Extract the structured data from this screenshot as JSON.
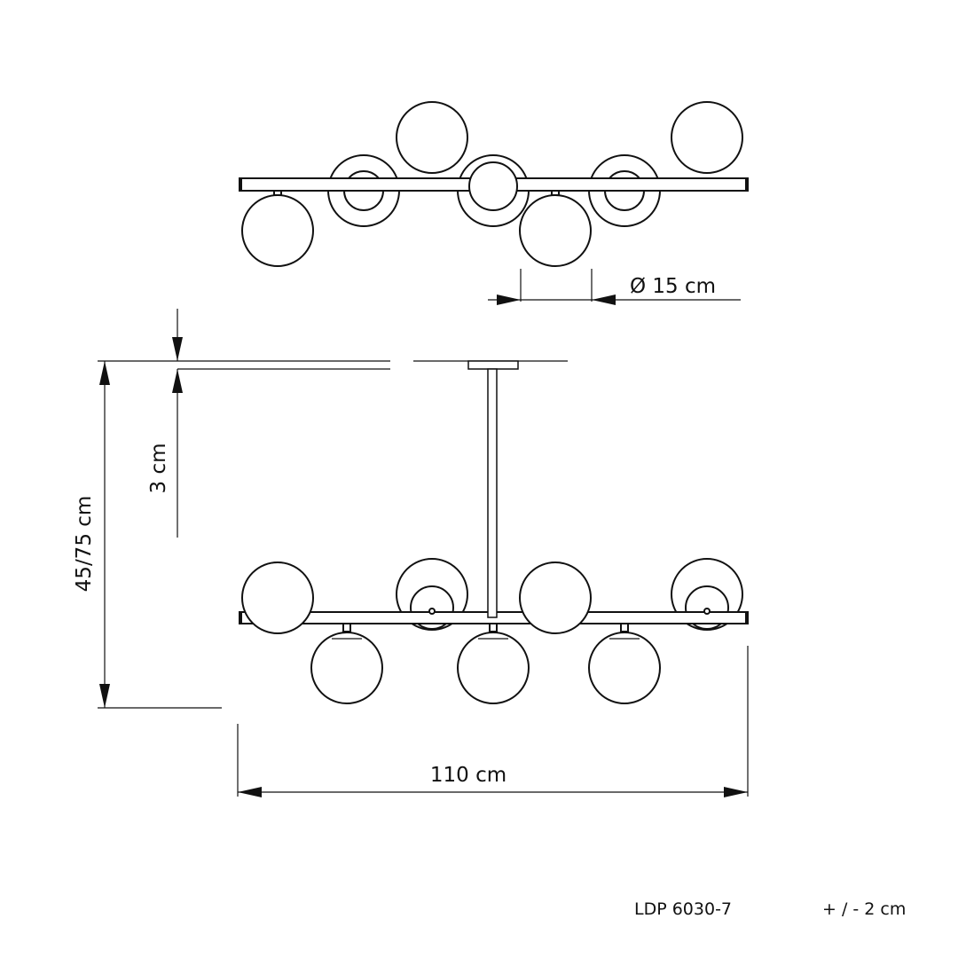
{
  "dimensions": {
    "globe_diameter": "Ø 15 cm",
    "canopy_height": "3 cm",
    "drop_height": "45/75 cm",
    "width": "110 cm"
  },
  "footer": {
    "model": "LDP 6030-7",
    "tolerance": "+ / - 2 cm"
  },
  "colors": {
    "line": "#111111",
    "background": "#ffffff"
  }
}
